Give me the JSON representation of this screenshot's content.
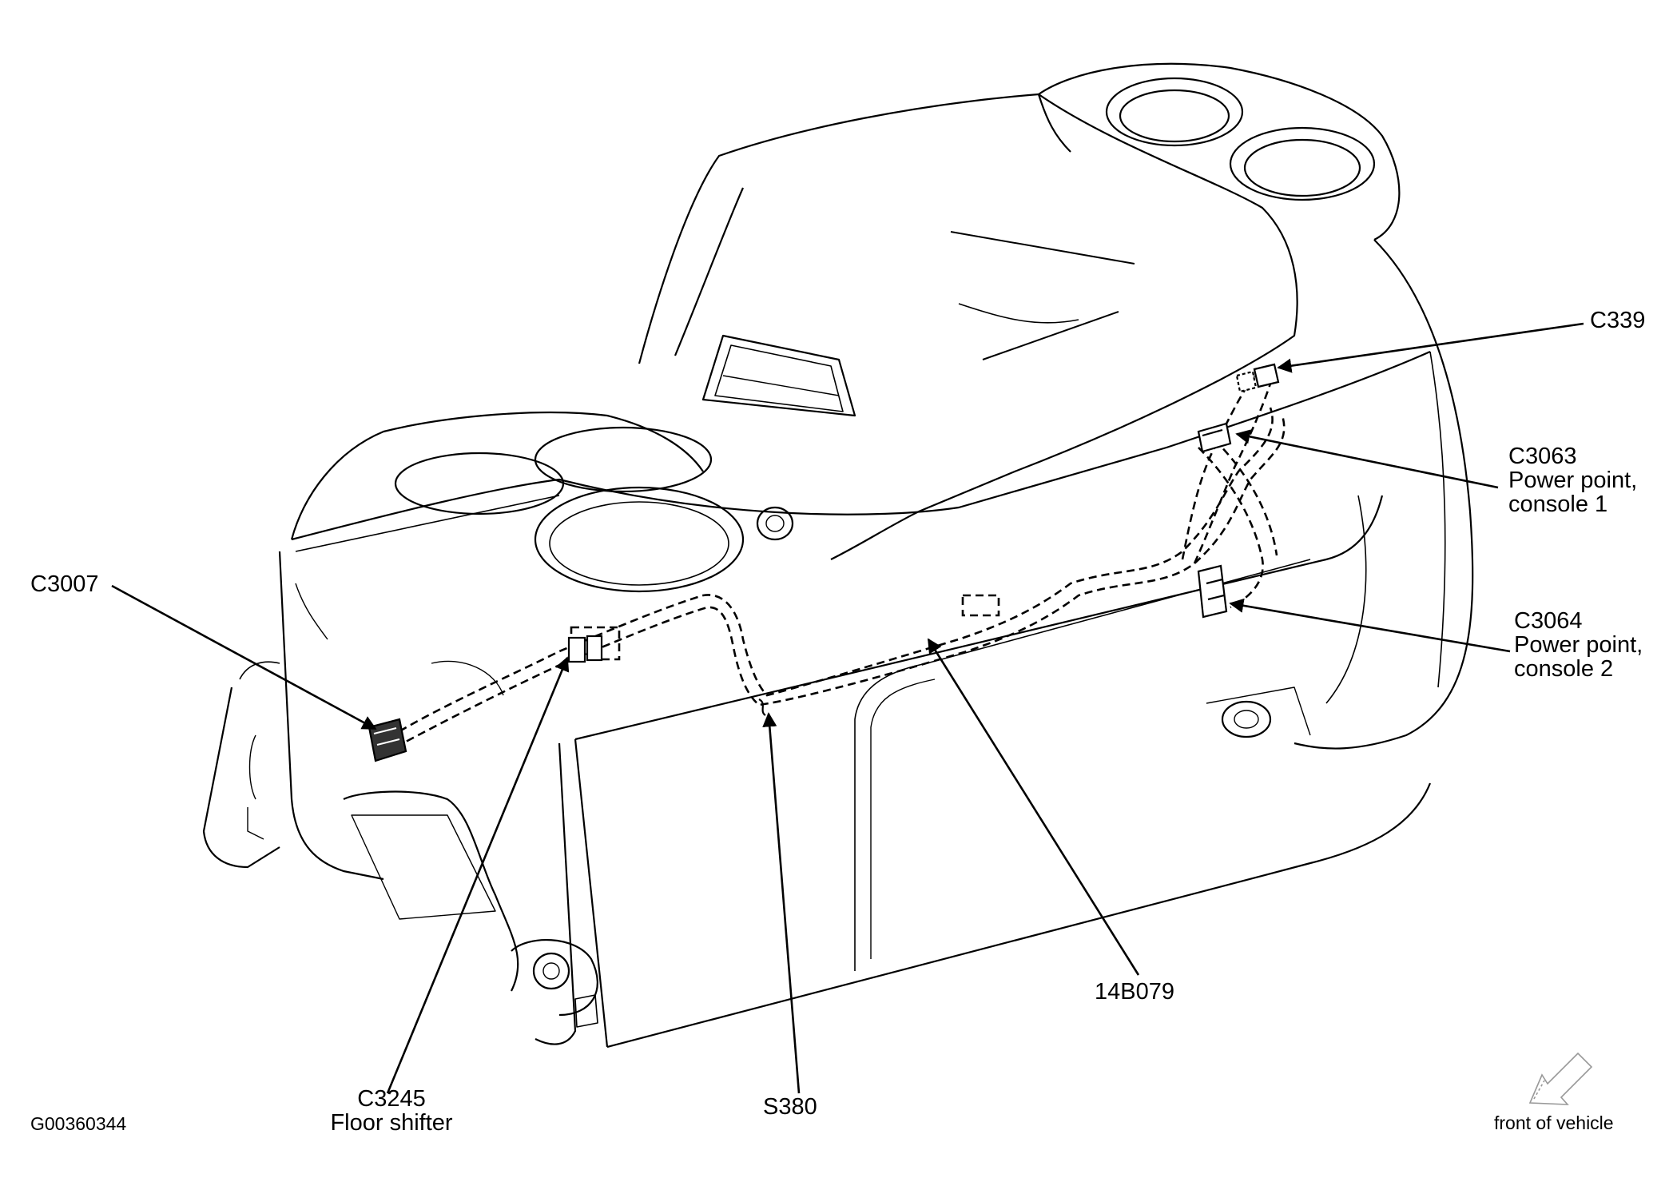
{
  "figure_id": "G00360344",
  "orientation_label": "front of vehicle",
  "callouts": {
    "c3007": {
      "code": "C3007"
    },
    "c3245": {
      "code": "C3245",
      "desc": "Floor shifter"
    },
    "s380": {
      "code": "S380"
    },
    "harness": {
      "code": "14B079"
    },
    "c339": {
      "code": "C339"
    },
    "c3063": {
      "code": "C3063",
      "desc1": "Power point,",
      "desc2": "console 1"
    },
    "c3064": {
      "code": "C3064",
      "desc1": "Power point,",
      "desc2": "console 2"
    }
  }
}
